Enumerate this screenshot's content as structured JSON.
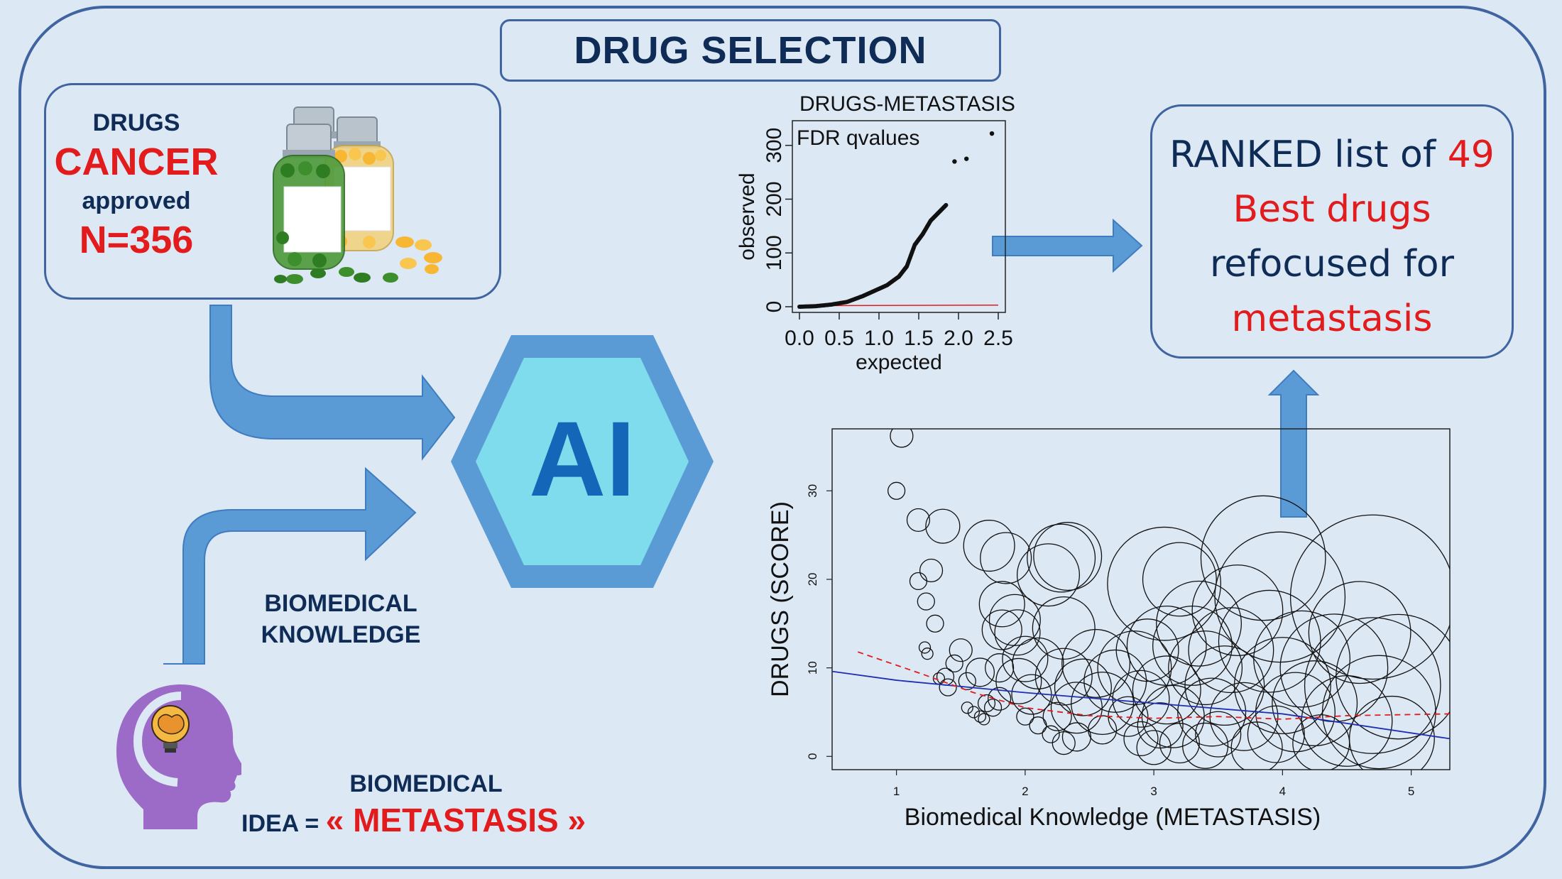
{
  "header": {
    "title": "DRUG SELECTION"
  },
  "drugs_panel": {
    "line1": "DRUGS",
    "line2": "CANCER",
    "line3": "approved",
    "line4": "N=356",
    "icon": "pill-bottles-icon"
  },
  "ai_node": {
    "label": "AI",
    "icon": "hexagon-icon"
  },
  "knowledge_label": {
    "line1": "BIOMEDICAL",
    "line2": "KNOWLEDGE"
  },
  "idea": {
    "line1": "BIOMEDICAL",
    "prefix": "IDEA = ",
    "value": "« METASTASIS »",
    "icon": "head-lightbulb-brain-icon"
  },
  "ranked_panel": {
    "prefix": "RANKED list of ",
    "count": "49",
    "line2": "Best drugs",
    "line3": "refocused for",
    "line4": "metastasis"
  },
  "colors": {
    "background": "#dde8f5",
    "border": "#3f64a0",
    "navy": "#0f2c57",
    "accent_red": "#e21c1c",
    "arrow": "#5b9bd5",
    "hex_outer": "#5b9bd5",
    "hex_inner": "#7fdcec",
    "ai_text": "#1466b8"
  },
  "chart_data": [
    {
      "type": "scatter",
      "title": "DRUGS-METASTASIS",
      "annotation": "FDR qvalues",
      "xlabel": "expected",
      "ylabel": "observed",
      "xticks": [
        "0.0",
        "0.5",
        "1.0",
        "1.5",
        "2.0",
        "2.5"
      ],
      "yticks": [
        "0",
        "100",
        "200",
        "300"
      ],
      "xlim": [
        0,
        2.5
      ],
      "ylim": [
        0,
        330
      ],
      "series": [
        {
          "x": [
            1.95,
            2.1,
            2.42
          ],
          "y": [
            270,
            275,
            322
          ]
        }
      ],
      "curve": [
        [
          0,
          0
        ],
        [
          0.2,
          1
        ],
        [
          0.4,
          4
        ],
        [
          0.6,
          9
        ],
        [
          0.8,
          20
        ],
        [
          0.95,
          30
        ],
        [
          1.1,
          40
        ],
        [
          1.25,
          56
        ],
        [
          1.35,
          75
        ],
        [
          1.45,
          115
        ],
        [
          1.55,
          135
        ],
        [
          1.65,
          160
        ],
        [
          1.75,
          175
        ],
        [
          1.85,
          190
        ]
      ],
      "reference_line": [
        [
          0,
          2
        ],
        [
          2.5,
          3
        ]
      ]
    },
    {
      "type": "scatter",
      "xlabel": "Biomedical Knowledge (METASTASIS)",
      "ylabel": "DRUGS (SCORE)",
      "xticks": [
        "1",
        "2",
        "3",
        "4",
        "5"
      ],
      "yticks": [
        "0",
        "10",
        "20",
        "30"
      ],
      "xlim": [
        0.5,
        5.3
      ],
      "ylim": [
        -1.5,
        37
      ],
      "points": [
        {
          "x": 1.04,
          "y": 36.2,
          "r": 0.4
        },
        {
          "x": 1.0,
          "y": 30,
          "r": 0.3
        },
        {
          "x": 1.17,
          "y": 26.7,
          "r": 0.4
        },
        {
          "x": 1.36,
          "y": 26,
          "r": 0.6
        },
        {
          "x": 1.27,
          "y": 21,
          "r": 0.4
        },
        {
          "x": 1.17,
          "y": 19.8,
          "r": 0.3
        },
        {
          "x": 1.23,
          "y": 17.5,
          "r": 0.3
        },
        {
          "x": 1.3,
          "y": 15,
          "r": 0.3
        },
        {
          "x": 1.22,
          "y": 12.3,
          "r": 0.2
        },
        {
          "x": 1.24,
          "y": 11.6,
          "r": 0.2
        },
        {
          "x": 1.5,
          "y": 12,
          "r": 0.4
        },
        {
          "x": 1.45,
          "y": 10.5,
          "r": 0.3
        },
        {
          "x": 1.38,
          "y": 9,
          "r": 0.3
        },
        {
          "x": 1.4,
          "y": 7.8,
          "r": 0.3
        },
        {
          "x": 1.33,
          "y": 8.8,
          "r": 0.2
        },
        {
          "x": 1.55,
          "y": 5.5,
          "r": 0.2
        },
        {
          "x": 1.6,
          "y": 5,
          "r": 0.2
        },
        {
          "x": 1.65,
          "y": 4.5,
          "r": 0.2
        },
        {
          "x": 1.68,
          "y": 4.2,
          "r": 0.2
        },
        {
          "x": 1.7,
          "y": 6,
          "r": 0.3
        },
        {
          "x": 1.75,
          "y": 5.5,
          "r": 0.3
        },
        {
          "x": 1.8,
          "y": 6.5,
          "r": 0.4
        },
        {
          "x": 1.55,
          "y": 8.5,
          "r": 0.3
        },
        {
          "x": 1.65,
          "y": 9.5,
          "r": 0.5
        },
        {
          "x": 1.8,
          "y": 10,
          "r": 0.5
        },
        {
          "x": 1.72,
          "y": 23.8,
          "r": 0.9
        },
        {
          "x": 1.85,
          "y": 22.4,
          "r": 0.9
        },
        {
          "x": 1.82,
          "y": 17.2,
          "r": 0.8
        },
        {
          "x": 1.92,
          "y": 15.4,
          "r": 0.9
        },
        {
          "x": 1.82,
          "y": 14.3,
          "r": 0.7
        },
        {
          "x": 1.94,
          "y": 14,
          "r": 0.8
        },
        {
          "x": 2.18,
          "y": 20.5,
          "r": 1.1
        },
        {
          "x": 2.28,
          "y": 22.4,
          "r": 1.2
        },
        {
          "x": 2.33,
          "y": 22.6,
          "r": 1.2
        },
        {
          "x": 2.3,
          "y": 14.5,
          "r": 1.1
        },
        {
          "x": 2.0,
          "y": 11,
          "r": 0.8
        },
        {
          "x": 2.1,
          "y": 10.5,
          "r": 0.9
        },
        {
          "x": 1.95,
          "y": 8.5,
          "r": 0.8
        },
        {
          "x": 2.05,
          "y": 7,
          "r": 0.7
        },
        {
          "x": 2.0,
          "y": 4.5,
          "r": 0.3
        },
        {
          "x": 2.1,
          "y": 3.5,
          "r": 0.3
        },
        {
          "x": 2.2,
          "y": 2.5,
          "r": 0.3
        },
        {
          "x": 2.3,
          "y": 1.5,
          "r": 0.4
        },
        {
          "x": 2.25,
          "y": 4.5,
          "r": 0.5
        },
        {
          "x": 2.4,
          "y": 2.2,
          "r": 0.5
        },
        {
          "x": 2.45,
          "y": 7.8,
          "r": 1.0
        },
        {
          "x": 2.4,
          "y": 5.5,
          "r": 0.9
        },
        {
          "x": 2.3,
          "y": 9,
          "r": 1.0
        },
        {
          "x": 2.55,
          "y": 10.5,
          "r": 1.2
        },
        {
          "x": 2.6,
          "y": 6,
          "r": 1.1
        },
        {
          "x": 2.7,
          "y": 8.5,
          "r": 1.1
        },
        {
          "x": 2.6,
          "y": 3,
          "r": 0.5
        },
        {
          "x": 2.8,
          "y": 4.5,
          "r": 0.7
        },
        {
          "x": 2.9,
          "y": 6.5,
          "r": 1.0
        },
        {
          "x": 2.85,
          "y": 10,
          "r": 1.3
        },
        {
          "x": 2.95,
          "y": 12,
          "r": 1.1
        },
        {
          "x": 2.9,
          "y": 2,
          "r": 0.6
        },
        {
          "x": 3.0,
          "y": 1,
          "r": 0.6
        },
        {
          "x": 3.05,
          "y": 3.5,
          "r": 0.8
        },
        {
          "x": 3.1,
          "y": 7.5,
          "r": 1.2
        },
        {
          "x": 3.1,
          "y": 12.5,
          "r": 1.4
        },
        {
          "x": 3.08,
          "y": 19.5,
          "r": 2.0
        },
        {
          "x": 3.2,
          "y": 20,
          "r": 1.3
        },
        {
          "x": 3.15,
          "y": 4.5,
          "r": 1.1
        },
        {
          "x": 3.2,
          "y": 1.5,
          "r": 0.7
        },
        {
          "x": 3.3,
          "y": 12.5,
          "r": 1.4
        },
        {
          "x": 3.35,
          "y": 15,
          "r": 1.5
        },
        {
          "x": 3.4,
          "y": 10,
          "r": 1.3
        },
        {
          "x": 3.45,
          "y": 5,
          "r": 1.2
        },
        {
          "x": 3.4,
          "y": 1.2,
          "r": 0.8
        },
        {
          "x": 3.5,
          "y": 2.5,
          "r": 0.8
        },
        {
          "x": 3.55,
          "y": 8,
          "r": 1.4
        },
        {
          "x": 3.6,
          "y": 12,
          "r": 1.5
        },
        {
          "x": 3.7,
          "y": 4.5,
          "r": 1.2
        },
        {
          "x": 3.8,
          "y": 1,
          "r": 0.9
        },
        {
          "x": 3.85,
          "y": 22.4,
          "r": 2.2
        },
        {
          "x": 3.98,
          "y": 18,
          "r": 2.3
        },
        {
          "x": 3.9,
          "y": 13,
          "r": 1.8
        },
        {
          "x": 4.0,
          "y": 8,
          "r": 1.7
        },
        {
          "x": 4.1,
          "y": 5,
          "r": 1.4
        },
        {
          "x": 3.95,
          "y": 2.5,
          "r": 1.0
        },
        {
          "x": 4.15,
          "y": 11,
          "r": 1.7
        },
        {
          "x": 4.25,
          "y": 6,
          "r": 1.5
        },
        {
          "x": 4.3,
          "y": 1.5,
          "r": 1.0
        },
        {
          "x": 4.4,
          "y": 10,
          "r": 1.9
        },
        {
          "x": 4.5,
          "y": 4,
          "r": 1.6
        },
        {
          "x": 4.7,
          "y": 18,
          "r": 2.9
        },
        {
          "x": 4.7,
          "y": 8,
          "r": 2.4
        },
        {
          "x": 4.75,
          "y": 5,
          "r": 2.0
        },
        {
          "x": 4.85,
          "y": 2,
          "r": 1.5
        },
        {
          "x": 4.9,
          "y": 9,
          "r": 2.2
        },
        {
          "x": 4.6,
          "y": 14,
          "r": 1.8
        },
        {
          "x": 3.65,
          "y": 16.5,
          "r": 1.6
        }
      ],
      "lines": [
        {
          "style": "solid",
          "color": "#1f2fb0",
          "points": [
            [
              0.5,
              9.6
            ],
            [
              1.0,
              8.6
            ],
            [
              2.0,
              7.2
            ],
            [
              3.0,
              6.0
            ],
            [
              4.0,
              4.8
            ],
            [
              5.3,
              2.0
            ]
          ]
        },
        {
          "style": "dashed",
          "color": "#e21c1c",
          "points": [
            [
              0.7,
              11.8
            ],
            [
              1.2,
              9.3
            ],
            [
              1.6,
              7.2
            ],
            [
              2.0,
              5.5
            ],
            [
              2.5,
              4.6
            ],
            [
              3.0,
              4.3
            ],
            [
              3.5,
              4.5
            ],
            [
              4.0,
              4.2
            ],
            [
              4.5,
              4.6
            ],
            [
              5.3,
              4.8
            ]
          ]
        }
      ]
    }
  ]
}
